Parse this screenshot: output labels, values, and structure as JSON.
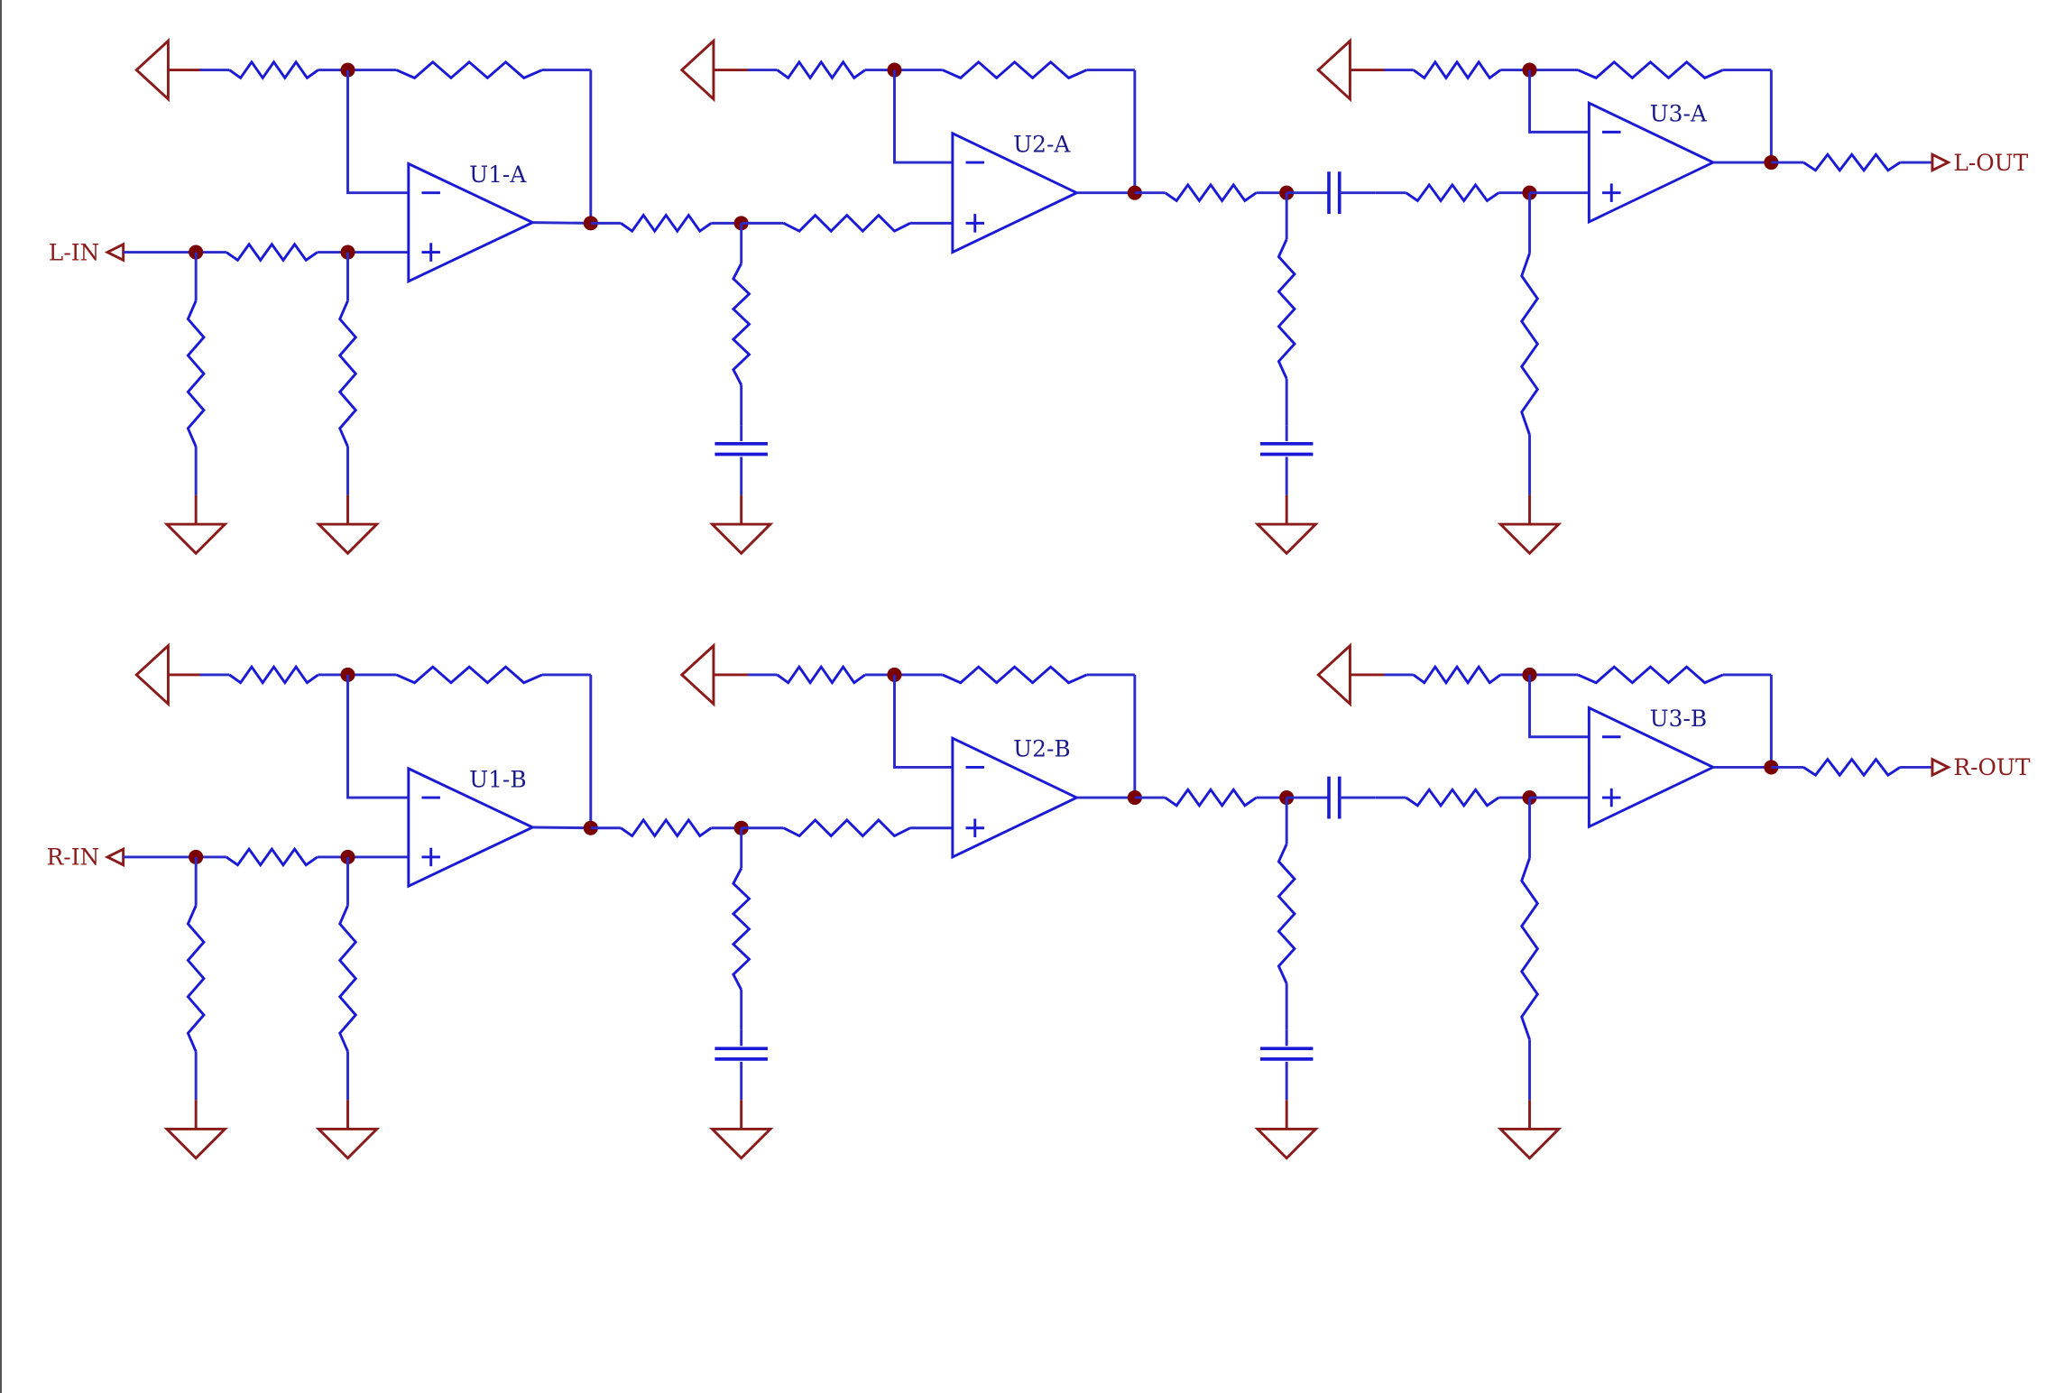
{
  "colors": {
    "wire": "#2b2bcc",
    "component": "#1a1ad6",
    "port": "#8b1a1a",
    "junction": "#7a0000",
    "ground": "#8b1a1a",
    "label": "#1a1a8a",
    "port_label": "#8b1a1a"
  },
  "channels": [
    {
      "id": "left",
      "input_label": "L-IN",
      "output_label": "L-OUT",
      "opamps": [
        "U1-A",
        "U2-A",
        "U3-A"
      ]
    },
    {
      "id": "right",
      "input_label": "R-IN",
      "output_label": "R-OUT",
      "opamps": [
        "U1-B",
        "U2-B",
        "U3-B"
      ]
    }
  ],
  "icons": {
    "opamp": "opamp-triangle-icon",
    "resistor": "resistor-zigzag-icon",
    "capacitor": "capacitor-icon",
    "ground": "ground-triangle-icon",
    "reference": "reference-triangle-icon",
    "port": "port-arrow-icon",
    "junction": "junction-dot-icon"
  }
}
